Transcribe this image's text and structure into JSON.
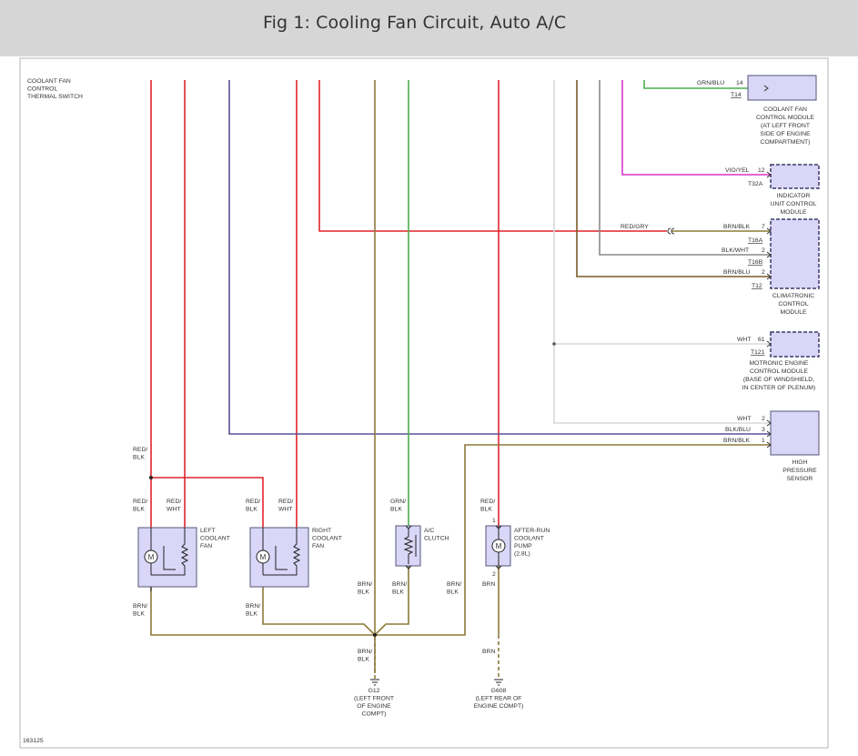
{
  "title": "Fig 1: Cooling Fan Circuit, Auto A/C",
  "figure_id": "163125",
  "colors": {
    "red": "#e0242c",
    "violet": "#585296",
    "olive_brown": "#8c7a3a",
    "brown": "#7a5a28",
    "green": "#4caf50",
    "gray": "#8a8a8a",
    "white_wire": "#d8d8d8",
    "magenta": "#d636c8",
    "component_fill": "#d9d6f7"
  },
  "components": {
    "thermal_switch": "COOLANT FAN\nCONTROL\nTHERMAL SWITCH",
    "coolant_fan_control_module": {
      "label": "COOLANT FAN\nCONTROL MODULE\n(AT LEFT FRONT\nSIDE OF ENGINE\nCOMPARTMENT)",
      "wire": "GRN/BLU",
      "pin": "14",
      "connector": "T14"
    },
    "indicator_unit": {
      "label": "INDICATOR\nUNIT CONTROL\nMODULE",
      "wire": "VIO/YEL",
      "pin": "12",
      "connector": "T32A"
    },
    "climatronic": {
      "label": "CLIMATRONIC\nCONTROL\nMODULE",
      "red_wire": "RED/GRY",
      "pins": [
        {
          "wire": "BRN/BLK",
          "pin": "7",
          "connector": "T16A"
        },
        {
          "wire": "BLK/WHT",
          "pin": "2",
          "connector": "T16B"
        },
        {
          "wire": "BRN/BLU",
          "pin": "2",
          "connector": "T12"
        }
      ]
    },
    "motronic": {
      "label": "MOTRONIC ENGINE\nCONTROL MODULE\n(BASE OF WINDSHIELD,\nIN CENTER OF PLENUM)",
      "wire": "WHT",
      "pin": "61",
      "connector": "T121"
    },
    "high_pressure_sensor": {
      "label": "HIGH\nPRESSURE\nSENSOR",
      "pins": [
        {
          "wire": "WHT",
          "pin": "2"
        },
        {
          "wire": "BLK/BLU",
          "pin": "3"
        },
        {
          "wire": "BRN/BLK",
          "pin": "1"
        }
      ]
    },
    "left_fan": {
      "label": "LEFT\nCOOLANT\nFAN",
      "in1": "RED/\nBLK",
      "in2": "RED/\nWHT",
      "out": "BRN/\nBLK",
      "upper": "RED/\nBLK"
    },
    "right_fan": {
      "label": "RIGHT\nCOOLANT\nFAN",
      "in1": "RED/\nBLK",
      "in2": "RED/\nWHT",
      "out": "BRN/\nBLK"
    },
    "ac_clutch": {
      "label": "A/C\nCLUTCH",
      "in": "GRN/\nBLK",
      "out": "BRN/\nBLK",
      "ground_in": "BRN/\nBLK"
    },
    "afterrun_pump": {
      "label": "AFTER-RUN\nCOOLANT\nPUMP\n(2.8L)",
      "in": "RED/\nBLK",
      "pin_in": "1",
      "pin_out": "2",
      "out": "BRN",
      "motor": "M"
    },
    "right_feed": "BRN/\nBLK",
    "ground_g12": {
      "wire": "BRN/\nBLK",
      "label": "G12\n(LEFT FRONT\nOF ENGINE\nCOMPT)"
    },
    "ground_g608": {
      "wire": "BRN",
      "label": "G608\n(LEFT REAR OF\nENGINE COMPT)"
    }
  }
}
